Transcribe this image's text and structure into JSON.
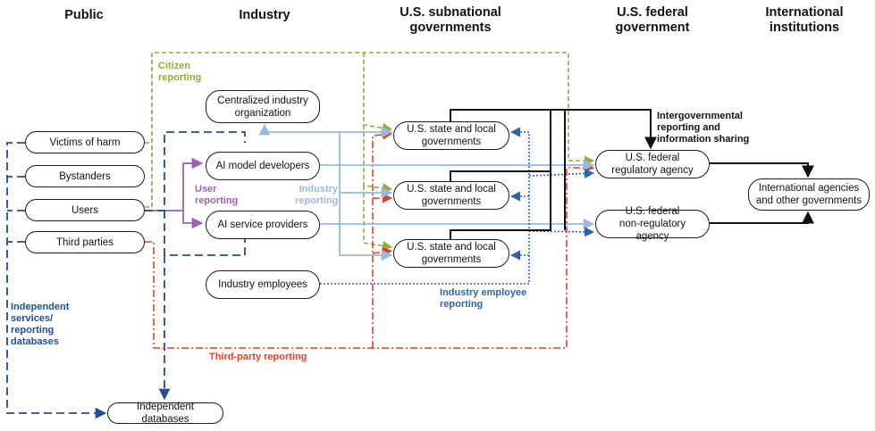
{
  "columns": {
    "public": "Public",
    "industry": "Industry",
    "subnational": "U.S. subnational\ngovernments",
    "federal": "U.S. federal\ngovernment",
    "international": "International\ninstitutions"
  },
  "nodes": {
    "victims": "Victims of harm",
    "bystanders": "Bystanders",
    "users": "Users",
    "third_parties": "Third parties",
    "centralized_org": "Centralized industry\norganization",
    "ai_model_devs": "AI model developers",
    "ai_service_providers": "AI service providers",
    "industry_employees": "Industry employees",
    "state_local_1": "U.S. state and local\ngovernments",
    "state_local_2": "U.S. state and local\ngovernments",
    "state_local_3": "U.S. state and local\ngovernments",
    "fed_regulatory": "U.S. federal\nregulatory agency",
    "fed_nonregulatory": "U.S. federal\nnon-regulatory agency",
    "international": "International agencies\nand other governments",
    "independent_db": "Independent databases"
  },
  "labels": {
    "citizen_reporting": "Citizen\nreporting",
    "user_reporting": "User\nreporting",
    "industry_reporting": "Industry\nreporting",
    "intergovernmental": "Intergovernmental\nreporting and\ninformation sharing",
    "industry_employee_reporting": "Industry employee\nreporting",
    "independent_services": "Independent\nservices/\nreporting\ndatabases",
    "third_party_reporting": "Third-party reporting"
  },
  "colors": {
    "citizen": "#8fae3c",
    "user": "#9b5fb5",
    "industry": "#9ab8e0",
    "employee": "#2f63a8",
    "independent": "#1f4e96",
    "third_party": "#d9452b",
    "intergov": "#111111"
  }
}
